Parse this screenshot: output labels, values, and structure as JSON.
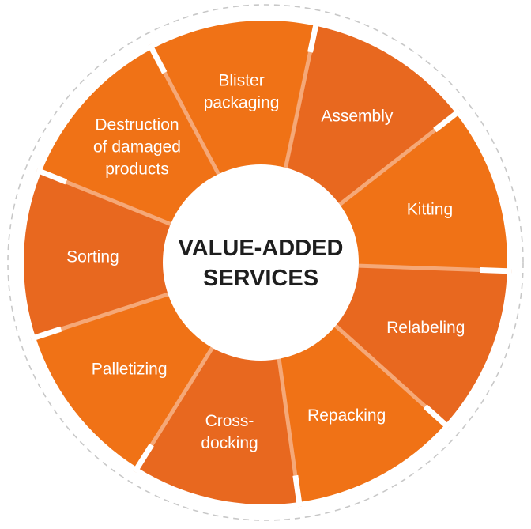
{
  "diagram": {
    "center_title_lines": [
      "VALUE-ADDED",
      "SERVICES"
    ],
    "segments": [
      {
        "id": "blister-packaging",
        "lines": [
          "Blister",
          "packaging"
        ]
      },
      {
        "id": "assembly",
        "lines": [
          "Assembly"
        ]
      },
      {
        "id": "kitting",
        "lines": [
          "Kitting"
        ]
      },
      {
        "id": "relabeling",
        "lines": [
          "Relabeling"
        ]
      },
      {
        "id": "repacking",
        "lines": [
          "Repacking"
        ]
      },
      {
        "id": "cross-docking",
        "lines": [
          "Cross-",
          "docking"
        ]
      },
      {
        "id": "palletizing",
        "lines": [
          "Palletizing"
        ]
      },
      {
        "id": "sorting",
        "lines": [
          "Sorting"
        ]
      },
      {
        "id": "destruction-of-damaged-products",
        "lines": [
          "Destruction",
          "of damaged",
          "products"
        ]
      }
    ],
    "colors": {
      "segment_fill": "#e8681f",
      "segment_fill_dark": "#f07216",
      "separator": "#ffffff",
      "separator_outer_accent": "#f5a877",
      "center_fill": "#ffffff",
      "center_text": "#1e1e1e",
      "label_text": "#ffffff",
      "outer_dashed_ring": "#c8c8c8"
    }
  }
}
